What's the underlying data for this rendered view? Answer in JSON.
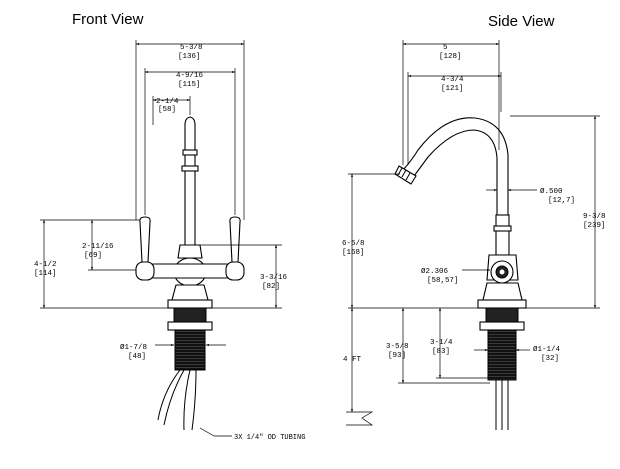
{
  "titles": {
    "front": "Front View",
    "side": "Side View"
  },
  "front_dims": {
    "overall_width": {
      "in": "5-3/8",
      "mm": "[136]"
    },
    "handle_width": {
      "in": "4-9/16",
      "mm": "[115]"
    },
    "body_width": {
      "in": "2-1/4",
      "mm": "[58]"
    },
    "handle_height_total": {
      "in": "4-1/2",
      "mm": "[114]"
    },
    "handle_height_body": {
      "in": "2-11/16",
      "mm": "[69]"
    },
    "body_height": {
      "in": "3-3/16",
      "mm": "[82]"
    },
    "shank_dia": {
      "in": "Ø1-7/8",
      "mm": "[48]"
    },
    "tubing_note": "3X 1/4\" OD TUBING"
  },
  "side_dims": {
    "reach": {
      "in": "5",
      "mm": "[128]"
    },
    "spout_reach": {
      "in": "4-3/4",
      "mm": "[121]"
    },
    "spout_dia": {
      "in": "Ø.500",
      "mm": "[12,7]"
    },
    "overall_height": {
      "in": "9-3/8",
      "mm": "[239]"
    },
    "spout_height": {
      "in": "6-5/8",
      "mm": "[168]"
    },
    "body_dia": {
      "in": "Ø2.306",
      "mm": "[58,57]"
    },
    "below_deck": {
      "in": "3-5/8",
      "mm": "[93]"
    },
    "shank_length": {
      "in": "3-1/4",
      "mm": "[83]"
    },
    "shank_dia": {
      "in": "Ø1-1/4",
      "mm": "[32]"
    },
    "tubing_length": "4 FT"
  }
}
